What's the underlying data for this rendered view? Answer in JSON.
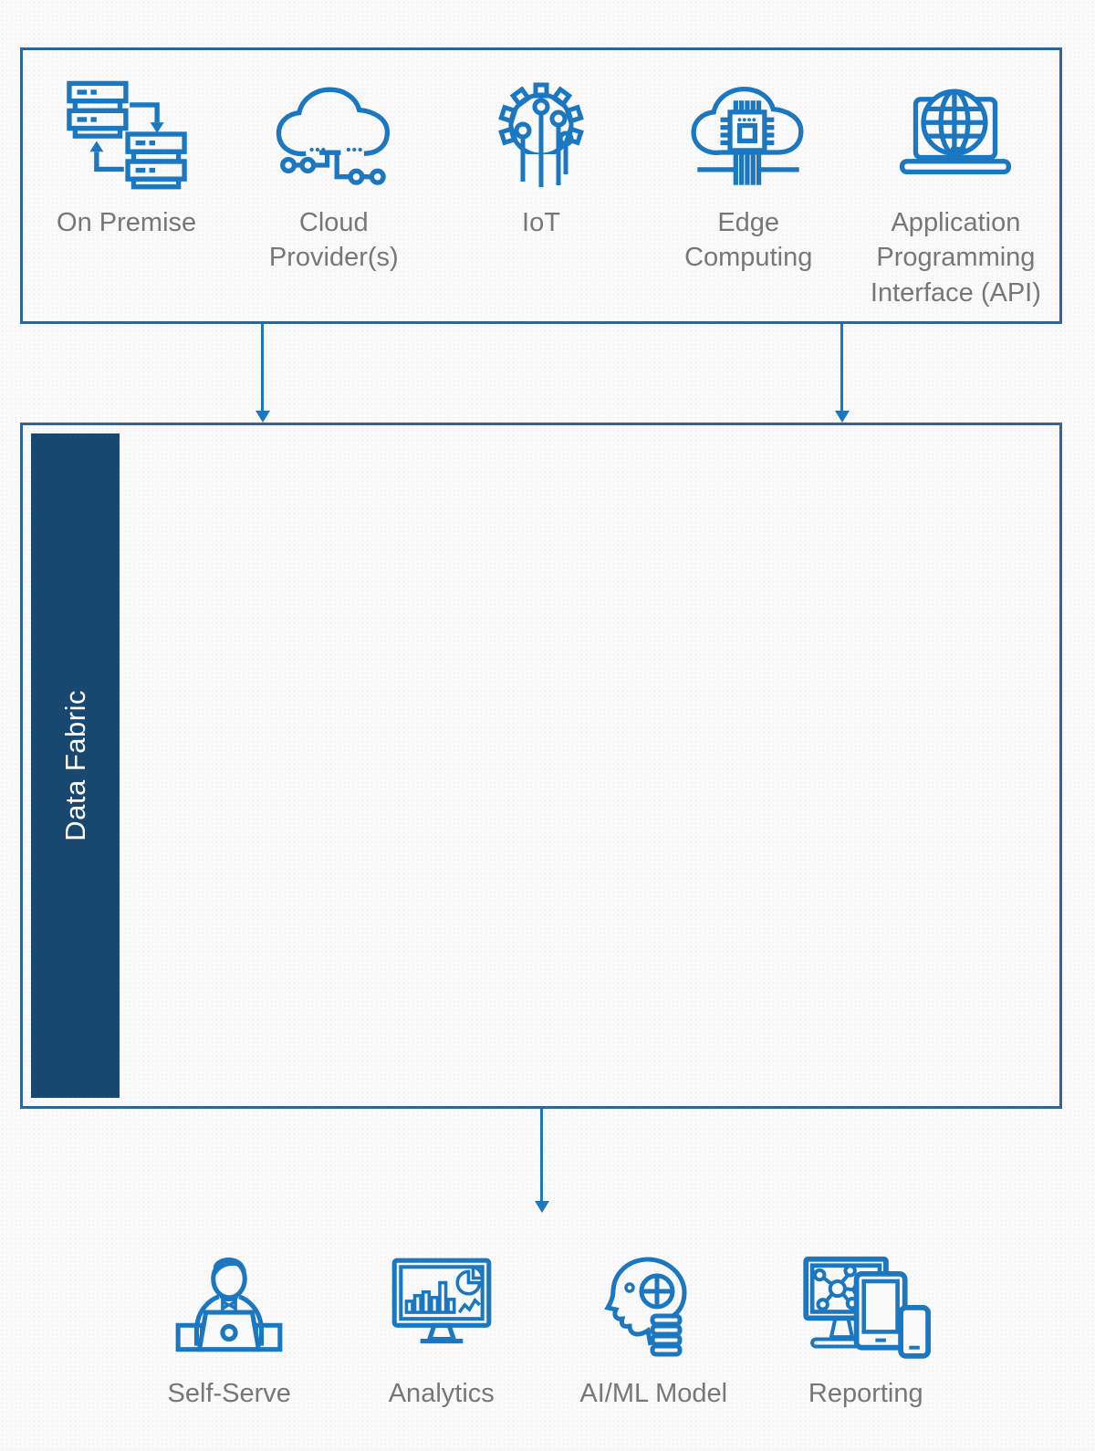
{
  "palette": {
    "icon_blue": "#1b77c0",
    "arrow_blue": "#1b77c0",
    "box_border": "#2e6795",
    "fabric_navy": "#18476f",
    "label_gray": "#76777a",
    "background": "#fbfafa"
  },
  "sources": {
    "items": [
      {
        "id": "on-premise",
        "label": "On Premise",
        "icon": "servers-sync-icon"
      },
      {
        "id": "cloud-providers",
        "label": "Cloud\nProvider(s)",
        "icon": "cloud-circuit-icon"
      },
      {
        "id": "iot",
        "label": "IoT",
        "icon": "gear-circuit-icon"
      },
      {
        "id": "edge-computing",
        "label": "Edge\nComputing",
        "icon": "cloud-chip-icon"
      },
      {
        "id": "api",
        "label": "Application\nProgramming\nInterface (API)",
        "icon": "laptop-globe-icon"
      }
    ]
  },
  "fabric": {
    "label": "Data Fabric"
  },
  "outputs": {
    "items": [
      {
        "id": "self-serve",
        "label": "Self-Serve",
        "icon": "person-laptop-icon"
      },
      {
        "id": "analytics",
        "label": "Analytics",
        "icon": "monitor-charts-icon"
      },
      {
        "id": "aiml-model",
        "label": "AI/ML Model",
        "icon": "head-ai-icon"
      },
      {
        "id": "reporting",
        "label": "Reporting",
        "icon": "devices-network-icon"
      }
    ]
  }
}
